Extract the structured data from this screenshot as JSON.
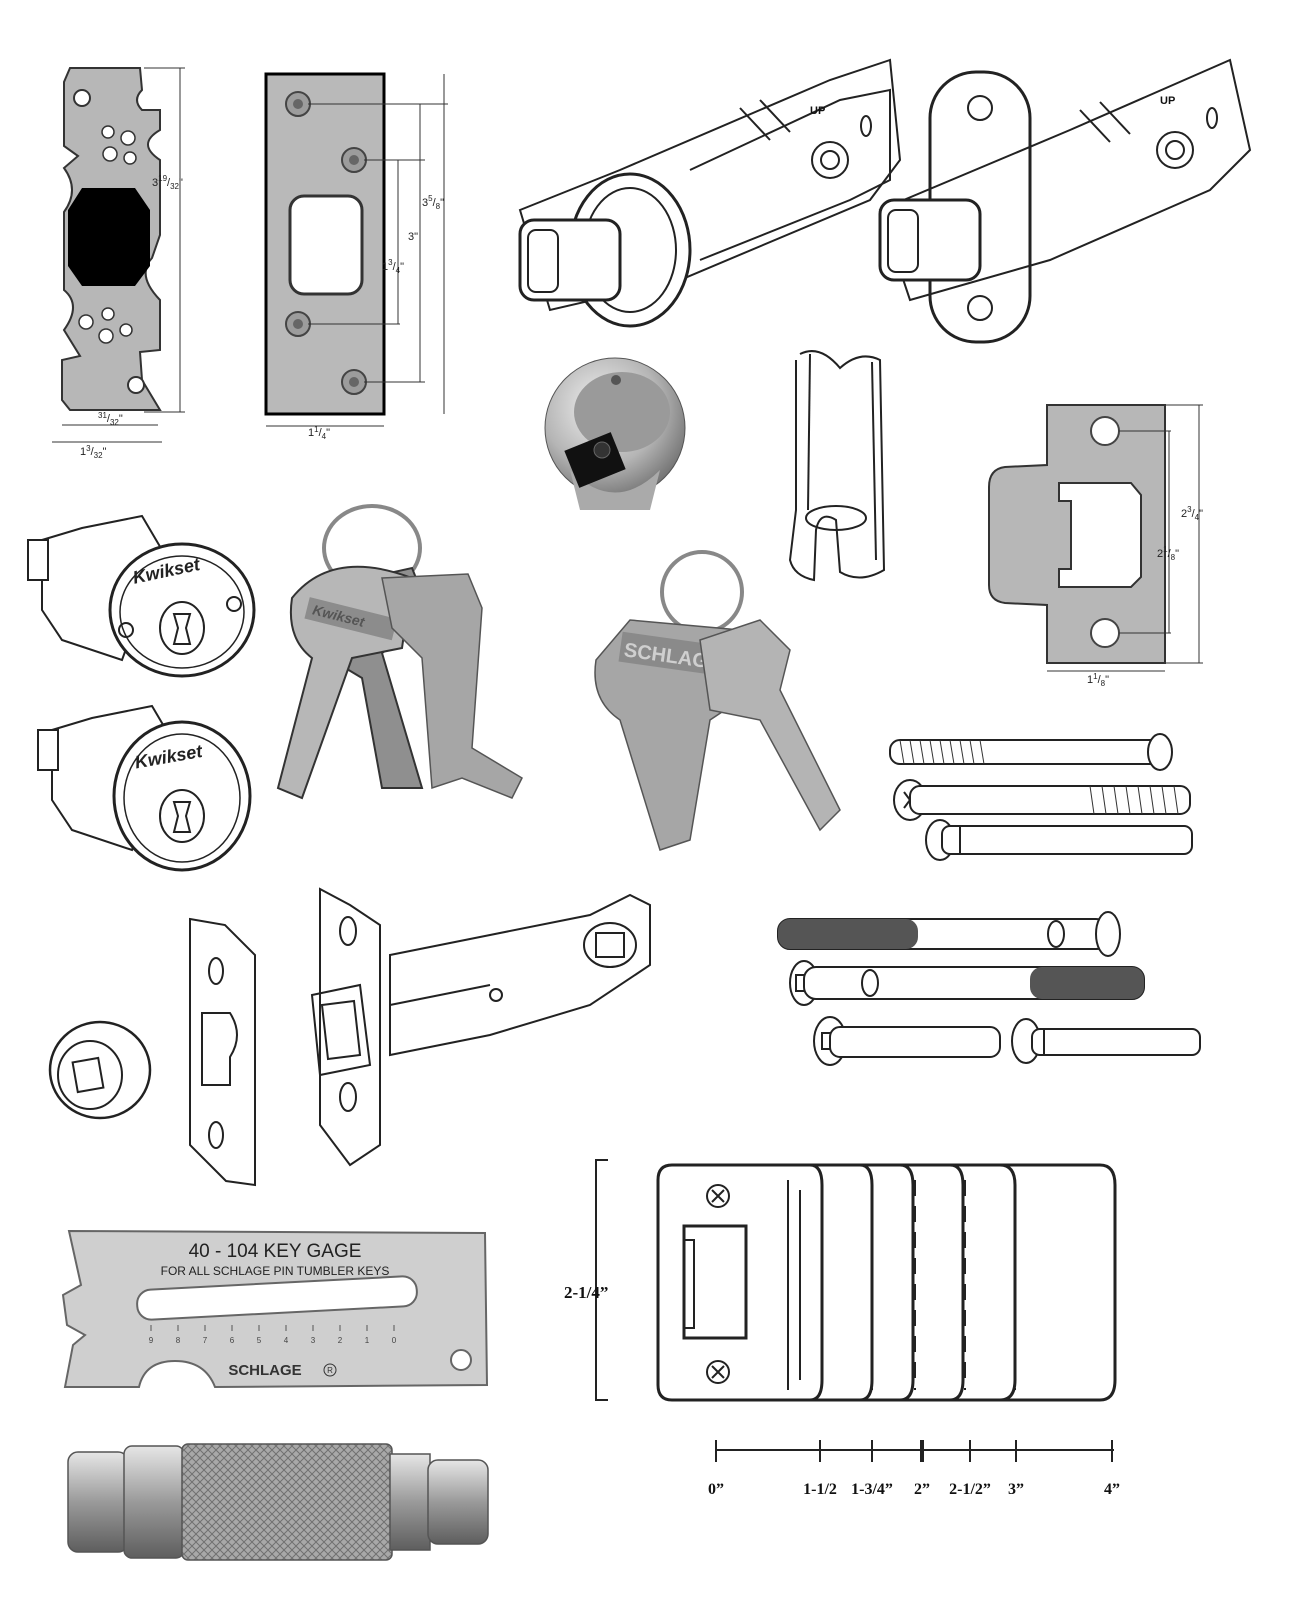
{
  "colors": {
    "background": "#ffffff",
    "ink": "#222222",
    "metal_light": "#b7b7b7",
    "metal_dark": "#8f8f8f",
    "black": "#000000"
  },
  "deadbolt_plate": {
    "height_label": "3<sup>19</sup>/<sub>32</sub>\"",
    "height_whole": "3",
    "height_num": "19",
    "height_den": "32",
    "inner_width_num": "31",
    "inner_width_den": "32",
    "outer_width_whole": "1",
    "outer_width_num": "3",
    "outer_width_den": "32"
  },
  "deadbolt_strike": {
    "outer_height_whole": "3",
    "outer_height_num": "5",
    "outer_height_den": "8",
    "middle_height": "3\"",
    "inner_height_whole": "1",
    "inner_height_num": "3",
    "inner_height_den": "4",
    "width_whole": "1",
    "width_num": "1",
    "width_den": "4"
  },
  "latch_assemblies": {
    "up_label_1": "UP",
    "up_label_2": "UP"
  },
  "cylinders": {
    "brand_1": "Kwikset",
    "brand_2": "Kwikset"
  },
  "keys": {
    "brand_kwikset": "Kwikset",
    "brand_schlage": "SCHLAGE"
  },
  "latch_strike": {
    "outer_height_whole": "2",
    "outer_height_num": "3",
    "outer_height_den": "4",
    "inner_height_whole": "2",
    "inner_height_num": "1",
    "inner_height_den": "8",
    "width_whole": "1",
    "width_num": "1",
    "width_den": "8"
  },
  "key_gage": {
    "title": "40 - 104 KEY GAGE",
    "subtitle": "FOR ALL SCHLAGE PIN TUMBLER KEYS",
    "scale": [
      "9",
      "8",
      "7",
      "6",
      "5",
      "4",
      "3",
      "2",
      "1",
      "0"
    ],
    "brand": "SCHLAGE",
    "registered": "R"
  },
  "strike_lip_chart": {
    "height_label": "2-1/4”",
    "scale_labels": [
      "0”",
      "1-1/2",
      "1-3/4”",
      "2”",
      "2-1/2”",
      "3”",
      "4”"
    ]
  },
  "icons": [
    "screw-head-icon",
    "phillips-screw-icon",
    "key-ring-icon"
  ]
}
